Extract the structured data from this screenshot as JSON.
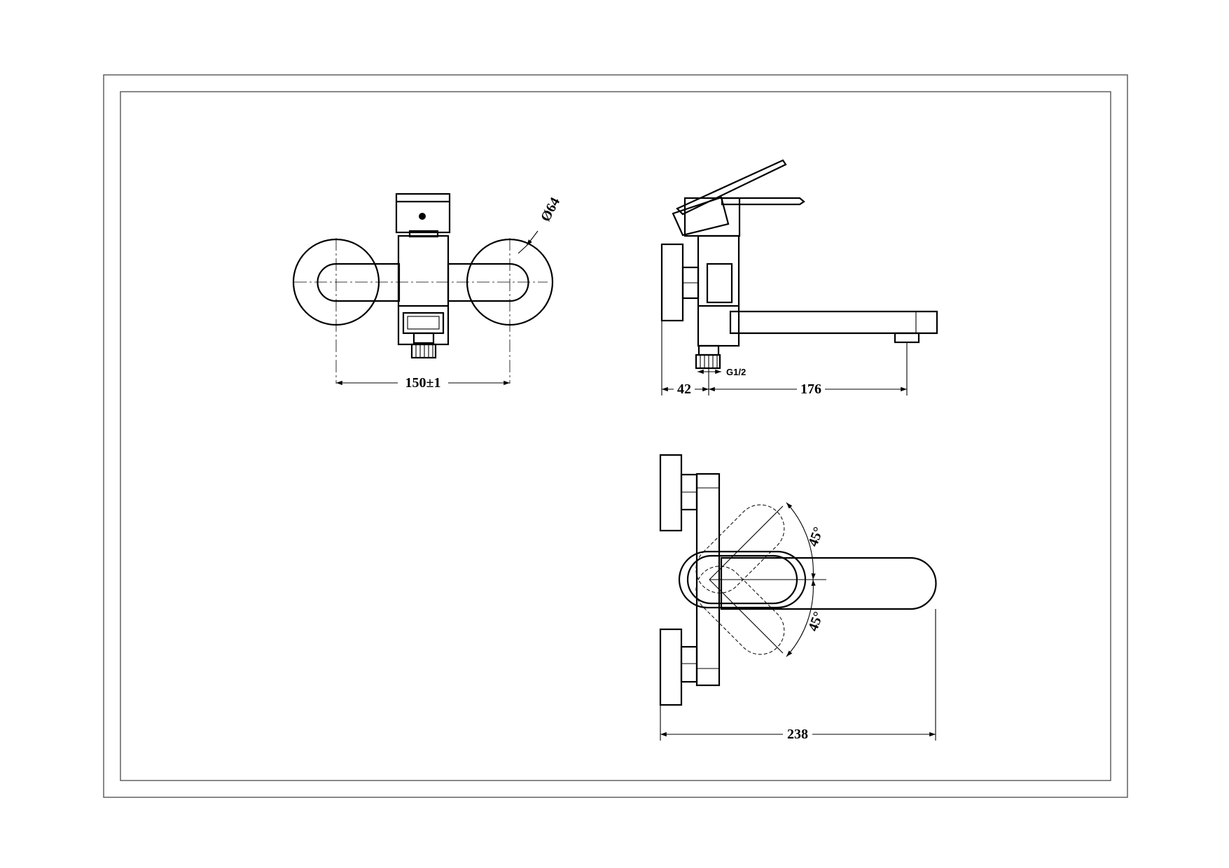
{
  "drawing": {
    "dimensions": {
      "center_distance": "150±1",
      "rosette_diameter": "Ø64",
      "wall_offset": "42",
      "spout_reach": "176",
      "connection_thread": "G1/2",
      "overall_width": "238",
      "handle_angle_upper": "45°",
      "handle_angle_lower": "45°"
    }
  }
}
